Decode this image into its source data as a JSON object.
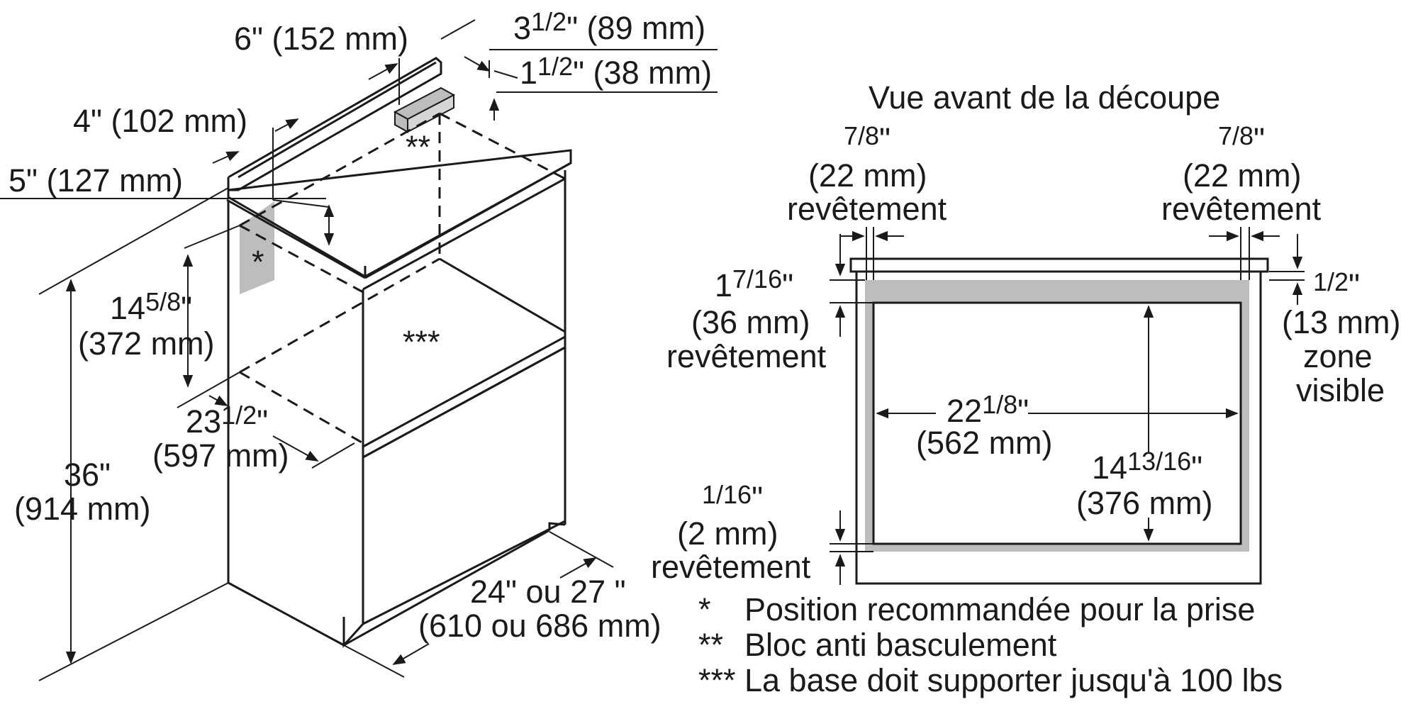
{
  "left_view": {
    "dim_6in": "6\" (152 mm)",
    "dim_3_5in_whole": "3",
    "dim_3_5in_frac": "1/2",
    "dim_3_5in_mm": "\" (89 mm)",
    "dim_1_5in_whole": "1",
    "dim_1_5in_frac": "1/2",
    "dim_1_5in_mm": "\" (38 mm)",
    "dim_4in": "4\" (102 mm)",
    "dim_5in": "5\" (127 mm)",
    "dim_14_58_whole": "14",
    "dim_14_58_frac": "5/8",
    "dim_14_58_quote": "\"",
    "dim_14_58_mm": "(372 mm)",
    "dim_23_12_whole": "23",
    "dim_23_12_frac": "1/2",
    "dim_23_12_quote": "\"",
    "dim_23_12_mm": "(597 mm)",
    "dim_36_in": "36\"",
    "dim_36_mm": "(914 mm)",
    "dim_width_in": "24\" ou 27 \"",
    "dim_width_mm": "(610 ou 686 mm)",
    "mark_outlet": "*",
    "mark_antitip": "**",
    "mark_base": "***"
  },
  "front_view": {
    "title": "Vue avant de la découpe",
    "left_trim_frac": "7/8",
    "left_trim_quote": "\"",
    "left_trim_mm": "(22 mm)",
    "left_trim_label": "revêtement",
    "right_trim_frac": "7/8",
    "right_trim_quote": "\"",
    "right_trim_mm": "(22 mm)",
    "right_trim_label": "revêtement",
    "top_trim_whole": "1",
    "top_trim_frac": "7/16",
    "top_trim_quote": "\"",
    "top_trim_mm": "(36 mm)",
    "top_trim_label": "revêtement",
    "visible_frac": "1/2",
    "visible_quote": "\"",
    "visible_mm": "(13 mm)",
    "visible_label_1": "zone",
    "visible_label_2": "visible",
    "width_whole": "22",
    "width_frac": "1/8",
    "width_quote": "\"",
    "width_mm": "(562 mm)",
    "height_whole": "14",
    "height_frac": "13/16",
    "height_quote": "\"",
    "height_mm": "(376 mm)",
    "bottom_trim_frac": "1/16",
    "bottom_trim_quote": "\"",
    "bottom_trim_mm": "(2 mm)",
    "bottom_trim_label": "revêtement"
  },
  "legend": [
    {
      "mark": "*",
      "text": "Position recommandée pour la prise"
    },
    {
      "mark": "**",
      "text": "Bloc anti basculement"
    },
    {
      "mark": "***",
      "text": "La base doit supporter jusqu'à 100 lbs"
    }
  ]
}
